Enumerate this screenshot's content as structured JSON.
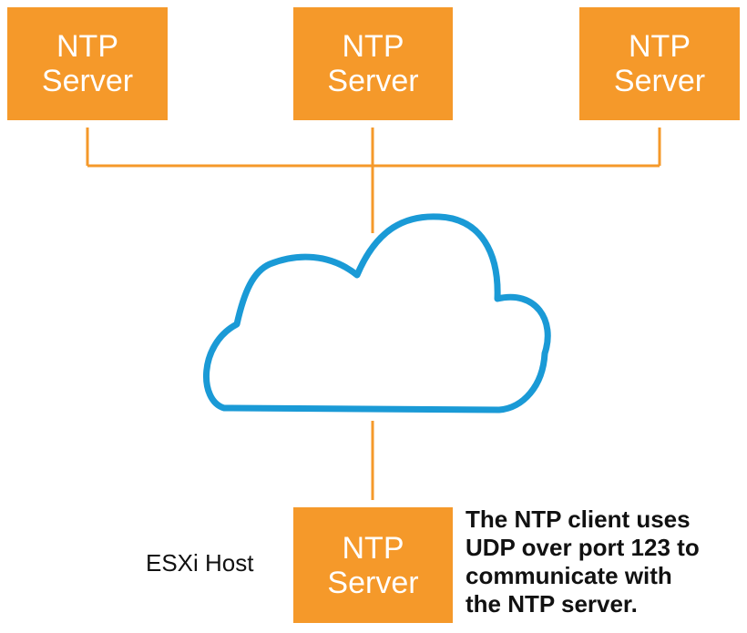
{
  "colors": {
    "box_fill": "#F5992A",
    "box_text": "#FFFFFF",
    "connector": "#F5992A",
    "cloud_stroke": "#1A9AD6"
  },
  "servers": [
    {
      "line1": "NTP",
      "line2": "Server"
    },
    {
      "line1": "NTP",
      "line2": "Server"
    },
    {
      "line1": "NTP",
      "line2": "Server"
    }
  ],
  "host": {
    "label": "ESXi Host",
    "box_line1": "NTP",
    "box_line2": "Server"
  },
  "caption": {
    "lines": [
      "The NTP client uses",
      "UDP over port 123 to",
      "communicate with",
      "the NTP server."
    ]
  },
  "icons": {
    "network": "cloud-icon"
  }
}
